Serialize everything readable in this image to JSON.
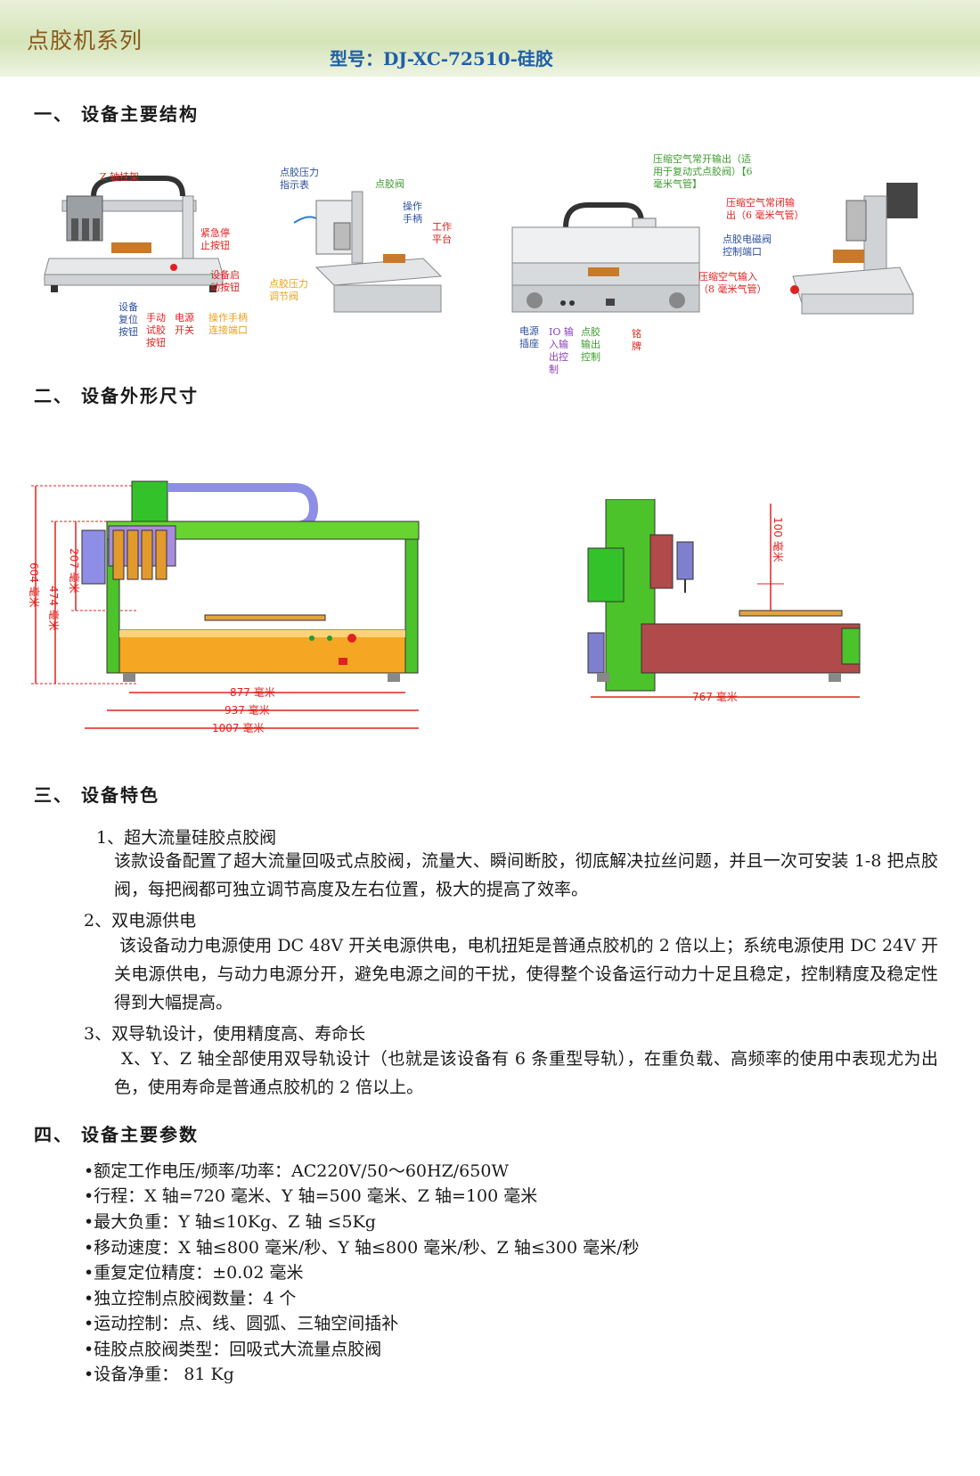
{
  "header": {
    "series": "点胶机系列",
    "model": "型号：DJ-XC-72510-硅胶"
  },
  "sections": {
    "s1": "一、 设备主要结构",
    "s2": "二、 设备外形尺寸",
    "s3": "三、 设备特色",
    "s4": "四、 设备主要参数"
  },
  "structure_labels": {
    "z_bracket": "Z 轴挂架",
    "emergency_stop": "紧急停\n止按钮",
    "start_button": "设备启\n动按钮",
    "reset_button": "设备\n复位\n按钮",
    "manual_test": "手动\n试胶\n按钮",
    "power_switch": "电源\n开关",
    "handle_port": "操作手柄\n连接端口",
    "pressure_gauge": "点胶压力\n指示表",
    "valve": "点胶阀",
    "handle": "操作\n手柄",
    "work_table": "工作\n平台",
    "pressure_valve": "点胶压力\n调节阀",
    "air_no_out": "压缩空气常开输出（适\n用于复动式点胶阀）【6\n毫米气管】",
    "air_nc_out": "压缩空气常闭输\n出（6 毫米气管）",
    "solenoid_port": "点胶电磁阀\n控制端口",
    "air_in": "压缩空气输入\n（8 毫米气管）",
    "power_socket": "电源\n插座",
    "io_control": "IO 输\n入输\n出控\n制",
    "dispense_out": "点胶\n输出\n控制",
    "nameplate": "铭\n牌"
  },
  "dimensions": {
    "height_total": "604 毫米",
    "height_mid": "474 毫米",
    "height_top": "207 毫米",
    "w1": "877 毫米",
    "w2": "937 毫米",
    "w3": "1007 毫米",
    "depth": "767 毫米",
    "z_travel": "100 毫米"
  },
  "features": [
    {
      "title": "1、超大流量硅胶点胶阀",
      "body": "该款设备配置了超大流量回吸式点胶阀，流量大、瞬间断胶，彻底解决拉丝问题，并且一次可安装 1-8 把点胶阀，每把阀都可独立调节高度及左右位置，极大的提高了效率。"
    },
    {
      "title": "2、双电源供电",
      "body": "该设备动力电源使用 DC 48V 开关电源供电，电机扭矩是普通点胶机的 2 倍以上；系统电源使用 DC 24V 开关电源供电，与动力电源分开，避免电源之间的干扰，使得整个设备运行动力十足且稳定，控制精度及稳定性得到大幅提高。"
    },
    {
      "title": "3、双导轨设计，使用精度高、寿命长",
      "body": "X、Y、Z 轴全部使用双导轨设计（也就是该设备有 6 条重型导轨），在重负载、高频率的使用中表现尤为出色，使用寿命是普通点胶机的 2 倍以上。"
    }
  ],
  "params": [
    "•额定工作电压/频率/功率：AC220V/50～60HZ/650W",
    "•行程：X 轴=720 毫米、Y 轴=500 毫米、Z 轴=100 毫米",
    "•最大负重：Y 轴≤10Kg、Z 轴 ≤5Kg",
    "•移动速度：X 轴≤800 毫米/秒、Y 轴≤800 毫米/秒、Z 轴≤300 毫米/秒",
    "•重复定位精度：±0.02 毫米",
    "•独立控制点胶阀数量：4 个",
    "•运动控制：点、线、圆弧、三轴空间插补",
    "•硅胶点胶阀类型：回吸式大流量点胶阀",
    "•设备净重： 81 Kg"
  ]
}
